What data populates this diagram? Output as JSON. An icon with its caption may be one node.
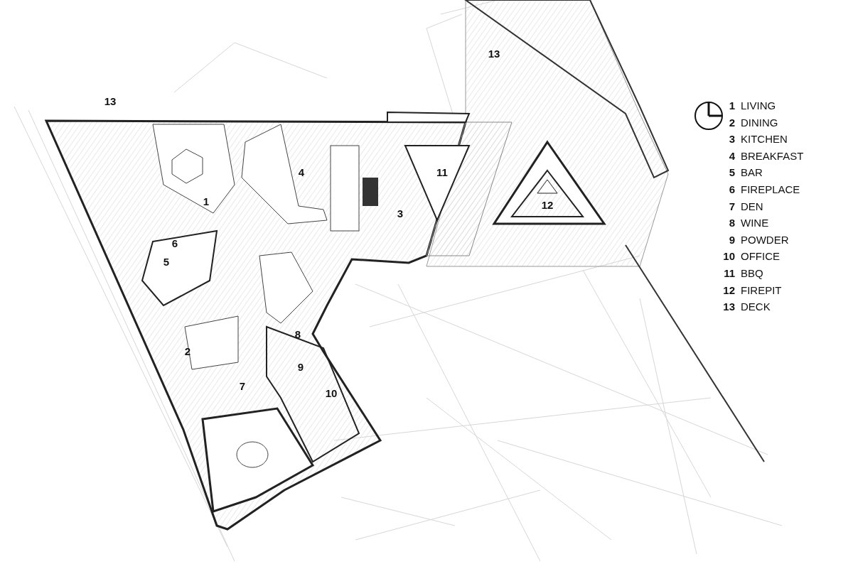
{
  "diagram": {
    "labels": [
      "13",
      "13",
      "4",
      "11",
      "1",
      "3",
      "12",
      "6",
      "5",
      "8",
      "2",
      "9",
      "7",
      "10",
      "1",
      "LIVING",
      "2",
      "DINING",
      "3",
      "KITCHEN",
      "4",
      "BREAKFAST",
      "5",
      "BAR",
      "6",
      "FIREPLACE",
      "7",
      "DEN",
      "8",
      "WINE",
      "9",
      "POWDER",
      "10",
      "OFFICE",
      "11",
      "BBQ",
      "12",
      "FIREPIT",
      "13",
      "DECK"
    ]
  }
}
